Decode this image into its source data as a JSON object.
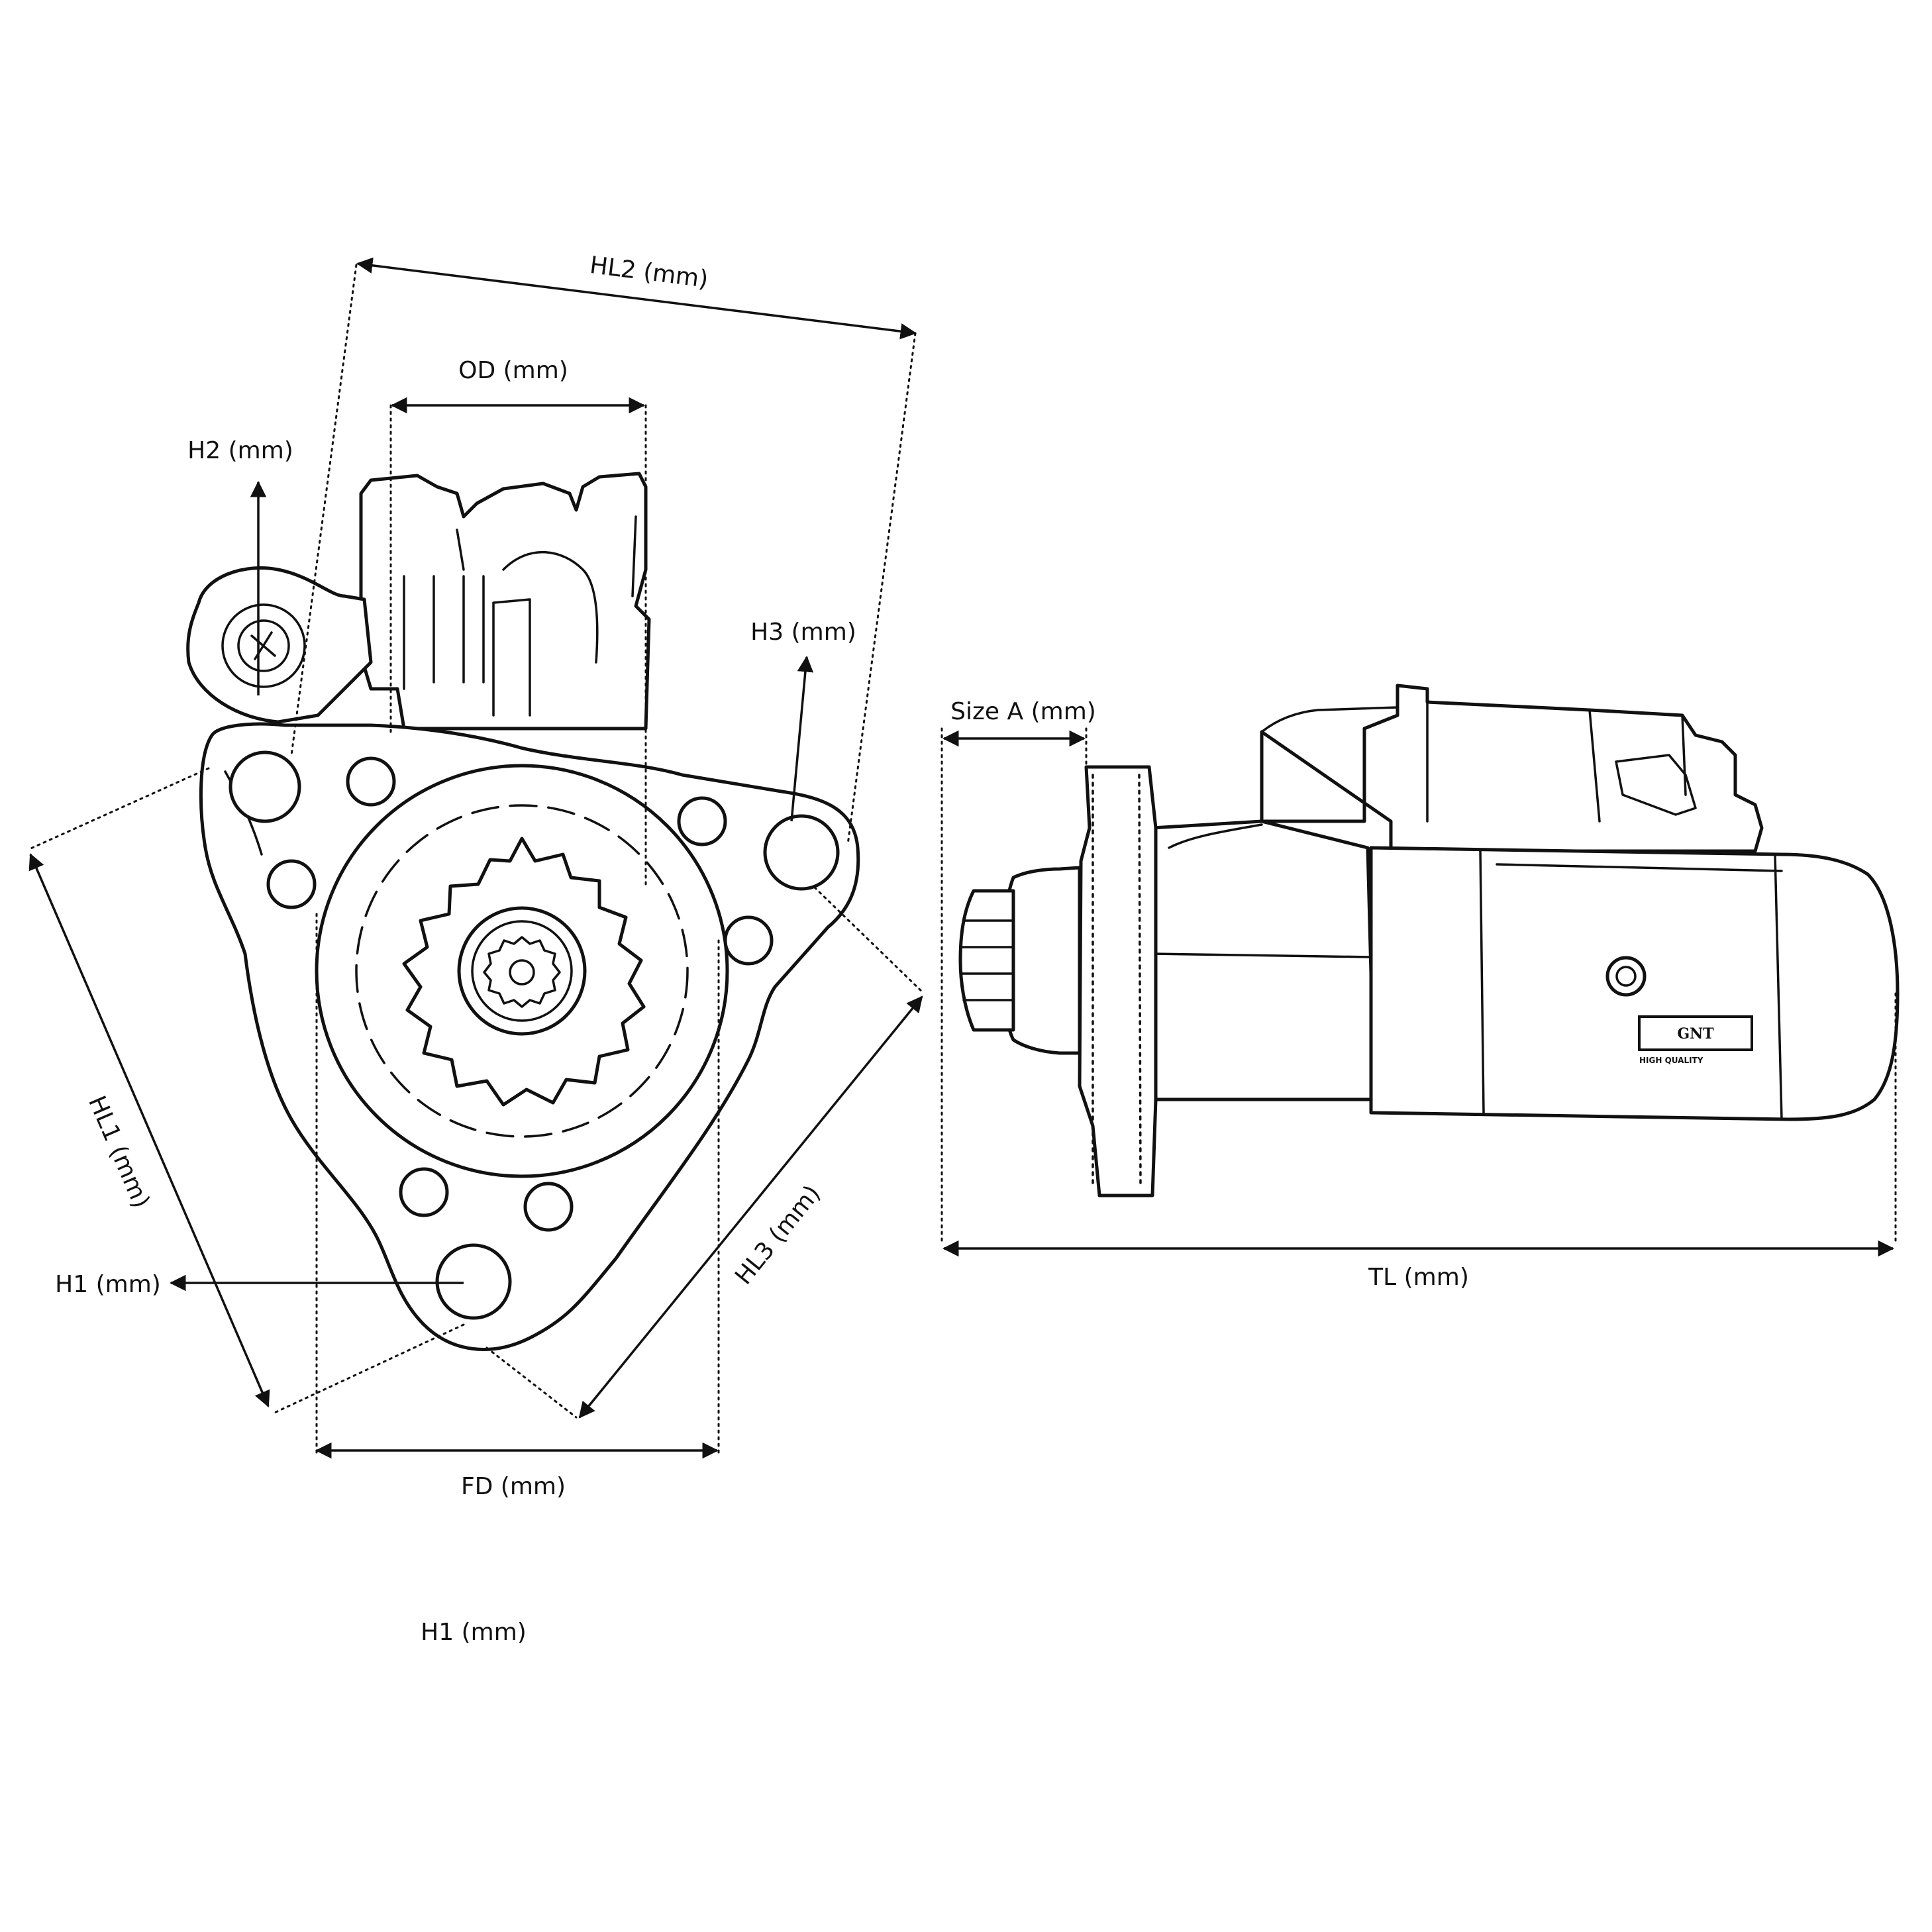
{
  "front_view": {
    "labels": {
      "hl2": "HL2 (mm)",
      "od": "OD (mm)",
      "h2": "H2 (mm)",
      "h3": "H3 (mm)",
      "hl1": "HL1 (mm)",
      "h1": "H1 (mm)",
      "hl3": "HL3 (mm)",
      "fd": "FD (mm)"
    }
  },
  "side_view": {
    "labels": {
      "size_a": "Size A (mm)",
      "tl": "TL (mm)"
    },
    "nameplate": {
      "brand": "GNT",
      "tagline": "HIGH QUALITY"
    }
  },
  "footer": {
    "label": "H1 (mm)"
  }
}
